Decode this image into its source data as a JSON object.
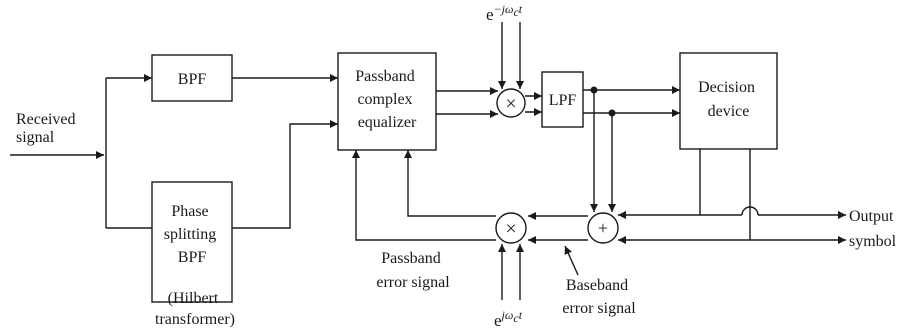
{
  "blocks": {
    "bpf": "BPF",
    "phase_splitter": [
      "Phase",
      "splitting",
      "BPF"
    ],
    "equalizer": [
      "Passband",
      "complex",
      "equalizer"
    ],
    "lpf": "LPF",
    "decision": [
      "Decision",
      "device"
    ]
  },
  "operators": {
    "multiply": "×",
    "add": "+"
  },
  "carriers": {
    "base": "e",
    "demod_exponent": "−jω",
    "remod_exponent": "jω",
    "subscript": "c",
    "time": "t"
  },
  "labels": {
    "received_signal": [
      "Received",
      "signal"
    ],
    "hilbert": [
      "(Hilbert",
      "transformer)"
    ],
    "passband_error": [
      "Passband",
      "error signal"
    ],
    "baseband_error": [
      "Baseband",
      "error signal"
    ],
    "output_symbol": [
      "Output",
      "symbol"
    ]
  }
}
